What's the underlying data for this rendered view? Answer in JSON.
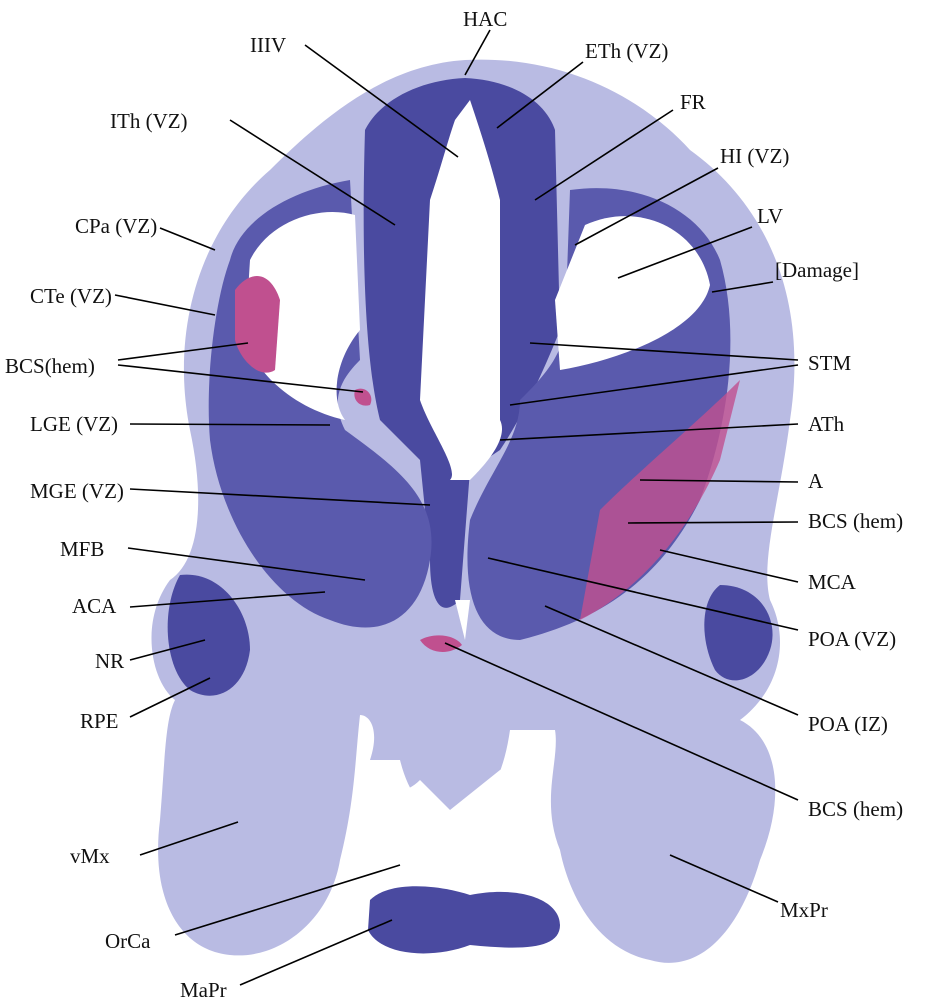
{
  "figure": {
    "labels": {
      "iiiv": "IIIV",
      "hac": "HAC",
      "eth": "ETh (VZ)",
      "fr": "FR",
      "hi": "HI (VZ)",
      "lv": "LV",
      "damage": "[Damage]",
      "ith": "ITh (VZ)",
      "cpa": "CPa (VZ)",
      "cte": "CTe (VZ)",
      "bcs_left": "BCS(hem)",
      "lge": "LGE (VZ)",
      "mge": "MGE (VZ)",
      "mfb": "MFB",
      "aca": "ACA",
      "nr": "NR",
      "rpe": "RPE",
      "vmx": "vMx",
      "orca": "OrCa",
      "mapr": "MaPr",
      "stm": "STM",
      "ath": "ATh",
      "a": "A",
      "bcs_right": "BCS (hem)",
      "mca": "MCA",
      "poa_vz": "POA (VZ)",
      "poa_iz": "POA (IZ)",
      "bcs_lower": "BCS (hem)",
      "mxpr": "MxPr"
    },
    "colors": {
      "tissue_light": "#b9bbe3",
      "tissue_dark": "#4a4aa0",
      "hemorrhage": "#c0508f"
    }
  }
}
